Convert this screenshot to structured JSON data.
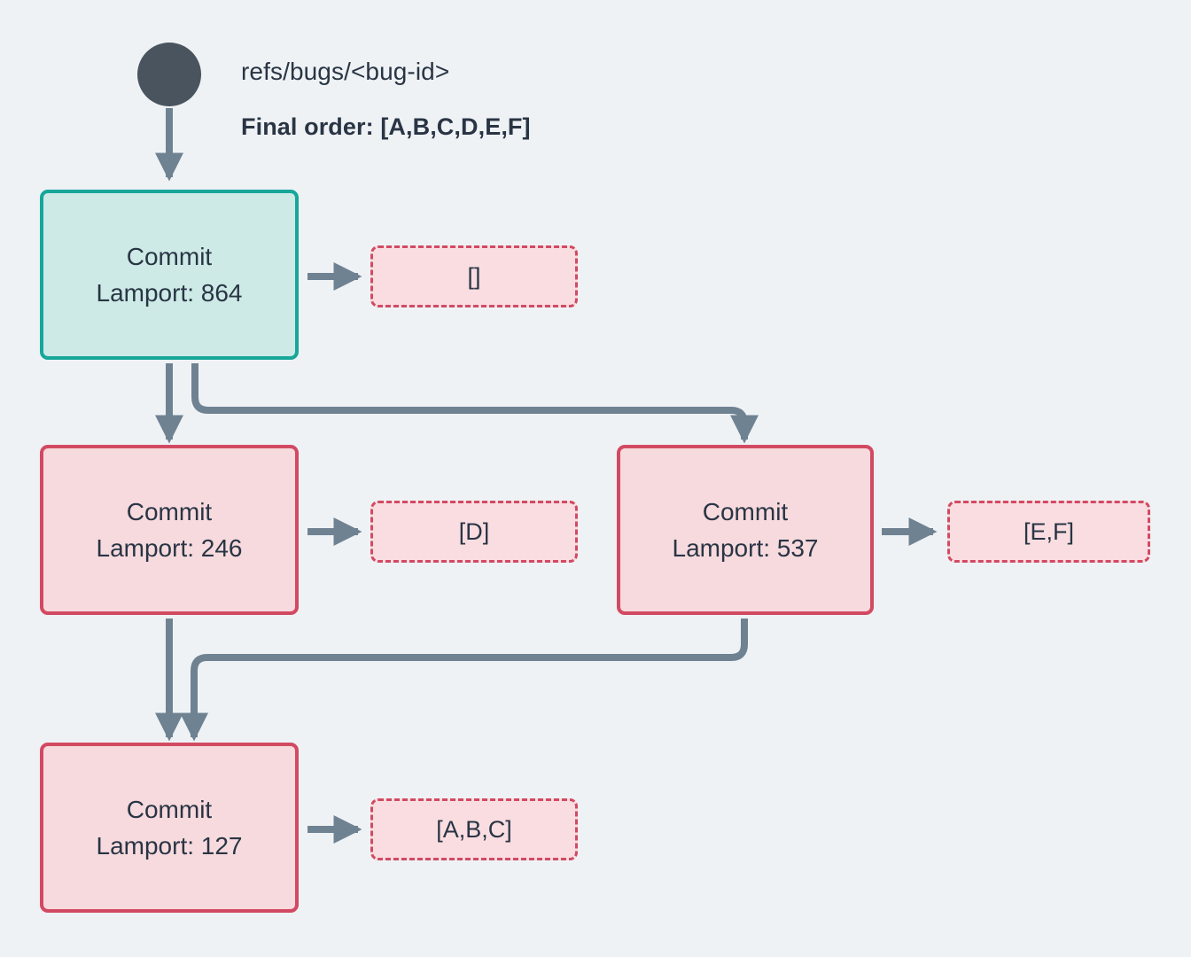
{
  "diagram": {
    "background_color": "#eff2f5",
    "title_ref": "refs/bugs/<bug-id>",
    "final_order": "Final order: [A,B,C,D,E,F]",
    "root_node_name": "ref-root-dot",
    "colors": {
      "teal_border": "#16a79a",
      "teal_fill": "#cdeae6",
      "pink_border": "#d24a62",
      "pink_fill": "#f7dade",
      "payload_fill": "#f9dde1",
      "arrow": "#6f8292",
      "text": "#293544",
      "root_dot": "#49545e"
    },
    "nodes": [
      {
        "id": "commit-864",
        "kind": "commit",
        "style": "teal",
        "line1": "Commit",
        "line2": "Lamport: 864",
        "payload_id": "payload-864",
        "payload": "[]"
      },
      {
        "id": "commit-246",
        "kind": "commit",
        "style": "pink",
        "line1": "Commit",
        "line2": "Lamport: 246",
        "payload_id": "payload-246",
        "payload": "[D]"
      },
      {
        "id": "commit-537",
        "kind": "commit",
        "style": "pink",
        "line1": "Commit",
        "line2": "Lamport: 537",
        "payload_id": "payload-537",
        "payload": "[E,F]"
      },
      {
        "id": "commit-127",
        "kind": "commit",
        "style": "pink",
        "line1": "Commit",
        "line2": "Lamport: 127",
        "payload_id": "payload-127",
        "payload": "[A,B,C]"
      }
    ],
    "edges": [
      {
        "from": "ref-root-dot",
        "to": "commit-864",
        "shape": "straight-down"
      },
      {
        "from": "commit-864",
        "to": "commit-246",
        "shape": "straight-down"
      },
      {
        "from": "commit-864",
        "to": "commit-537",
        "shape": "elbow-right-down"
      },
      {
        "from": "commit-246",
        "to": "commit-127",
        "shape": "straight-down"
      },
      {
        "from": "commit-537",
        "to": "commit-127",
        "shape": "elbow-left-down"
      },
      {
        "from": "commit-864",
        "to": "payload-864",
        "shape": "short-right"
      },
      {
        "from": "commit-246",
        "to": "payload-246",
        "shape": "short-right"
      },
      {
        "from": "commit-537",
        "to": "payload-537",
        "shape": "short-right"
      },
      {
        "from": "commit-127",
        "to": "payload-127",
        "shape": "short-right"
      }
    ]
  }
}
